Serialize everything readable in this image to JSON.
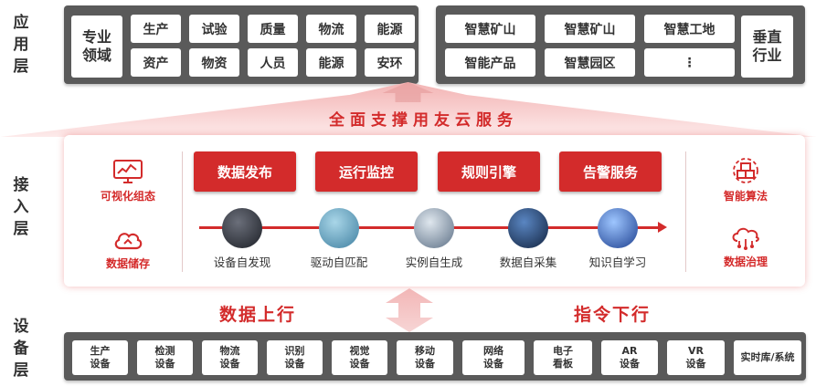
{
  "layers": {
    "application": [
      "应",
      "用",
      "层"
    ],
    "access": [
      "接",
      "入",
      "层"
    ],
    "device": [
      "设",
      "备",
      "层"
    ]
  },
  "application": {
    "domain_label_line1": "专业",
    "domain_label_line2": "领域",
    "domain_items_row1": [
      "生产",
      "试验",
      "质量",
      "物流",
      "能源"
    ],
    "domain_items_row2": [
      "资产",
      "物资",
      "人员",
      "能源",
      "安环"
    ],
    "vertical_items_row1": [
      "智慧矿山",
      "智慧矿山",
      "智慧工地"
    ],
    "vertical_items_row2": [
      "智能产品",
      "智慧园区",
      "⋮"
    ],
    "vertical_label_line1": "垂直",
    "vertical_label_line2": "行业"
  },
  "services_banner": "全面支撑用友云服务",
  "access": {
    "left_items": [
      "可视化组态",
      "数据储存"
    ],
    "right_items": [
      "智能算法",
      "数据治理"
    ],
    "buttons": [
      "数据发布",
      "运行监控",
      "规则引擎",
      "告警服务"
    ],
    "steps": [
      "设备自发现",
      "驱动自匹配",
      "实例自生成",
      "数据自采集",
      "知识自学习"
    ]
  },
  "flow": {
    "up_label": "数据上行",
    "down_label": "指令下行"
  },
  "devices": [
    [
      "生产",
      "设备"
    ],
    [
      "检测",
      "设备"
    ],
    [
      "物流",
      "设备"
    ],
    [
      "识别",
      "设备"
    ],
    [
      "视觉",
      "设备"
    ],
    [
      "移动",
      "设备"
    ],
    [
      "网络",
      "设备"
    ],
    [
      "电子",
      "看板"
    ],
    [
      "AR",
      "设备"
    ],
    [
      "VR",
      "设备"
    ],
    [
      "实时库/系统"
    ]
  ],
  "colors": {
    "accent": "#d32b2b",
    "panel": "#5a5a5a"
  }
}
